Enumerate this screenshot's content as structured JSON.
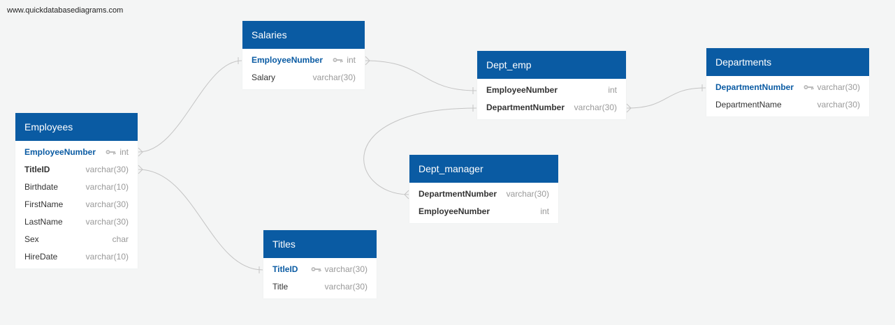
{
  "watermark": "www.quickdatabasediagrams.com",
  "key_icon": "key-icon",
  "colors": {
    "header": "#0a5ba3",
    "pk_text": "#0a5ba3",
    "link": "#c4c4c4",
    "background": "#f4f5f5"
  },
  "tables": {
    "salaries": {
      "title": "Salaries",
      "fields": [
        {
          "name": "EmployeeNumber",
          "type": "int",
          "pk": true
        },
        {
          "name": "Salary",
          "type": "varchar(30)"
        }
      ]
    },
    "dept_emp": {
      "title": "Dept_emp",
      "fields": [
        {
          "name": "EmployeeNumber",
          "type": "int",
          "fk": true
        },
        {
          "name": "DepartmentNumber",
          "type": "varchar(30)",
          "fk": true
        }
      ]
    },
    "departments": {
      "title": "Departments",
      "fields": [
        {
          "name": "DepartmentNumber",
          "type": "varchar(30)",
          "pk": true
        },
        {
          "name": "DepartmentName",
          "type": "varchar(30)"
        }
      ]
    },
    "employees": {
      "title": "Employees",
      "fields": [
        {
          "name": "EmployeeNumber",
          "type": "int",
          "pk": true
        },
        {
          "name": "TitleID",
          "type": "varchar(30)",
          "fk": true
        },
        {
          "name": "Birthdate",
          "type": "varchar(10)"
        },
        {
          "name": "FirstName",
          "type": "varchar(30)"
        },
        {
          "name": "LastName",
          "type": "varchar(30)"
        },
        {
          "name": "Sex",
          "type": "char"
        },
        {
          "name": "HireDate",
          "type": "varchar(10)"
        }
      ]
    },
    "dept_manager": {
      "title": "Dept_manager",
      "fields": [
        {
          "name": "DepartmentNumber",
          "type": "varchar(30)",
          "fk": true
        },
        {
          "name": "EmployeeNumber",
          "type": "int",
          "fk": true
        }
      ]
    },
    "titles": {
      "title": "Titles",
      "fields": [
        {
          "name": "TitleID",
          "type": "varchar(30)",
          "pk": true
        },
        {
          "name": "Title",
          "type": "varchar(30)"
        }
      ]
    }
  }
}
